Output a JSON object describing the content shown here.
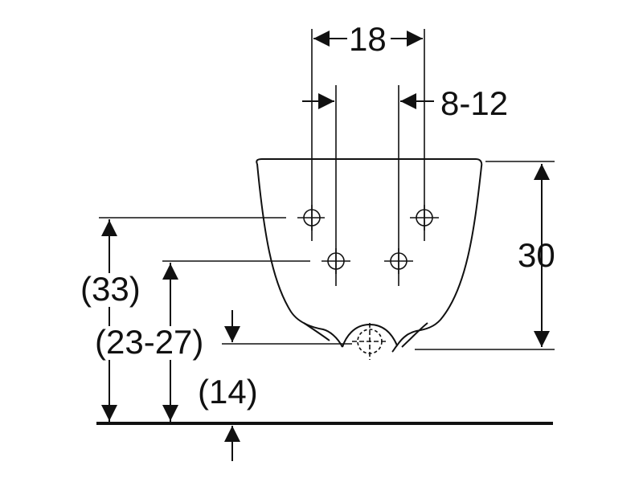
{
  "diagram": {
    "dimensions": {
      "top_width": "18",
      "offset": "8-12",
      "height_right": "30",
      "height_left_outer": "(33)",
      "height_left_inner": "(23-27)",
      "floor_gap": "(14)"
    },
    "colors": {
      "stroke": "#111111",
      "background": "#ffffff"
    }
  }
}
